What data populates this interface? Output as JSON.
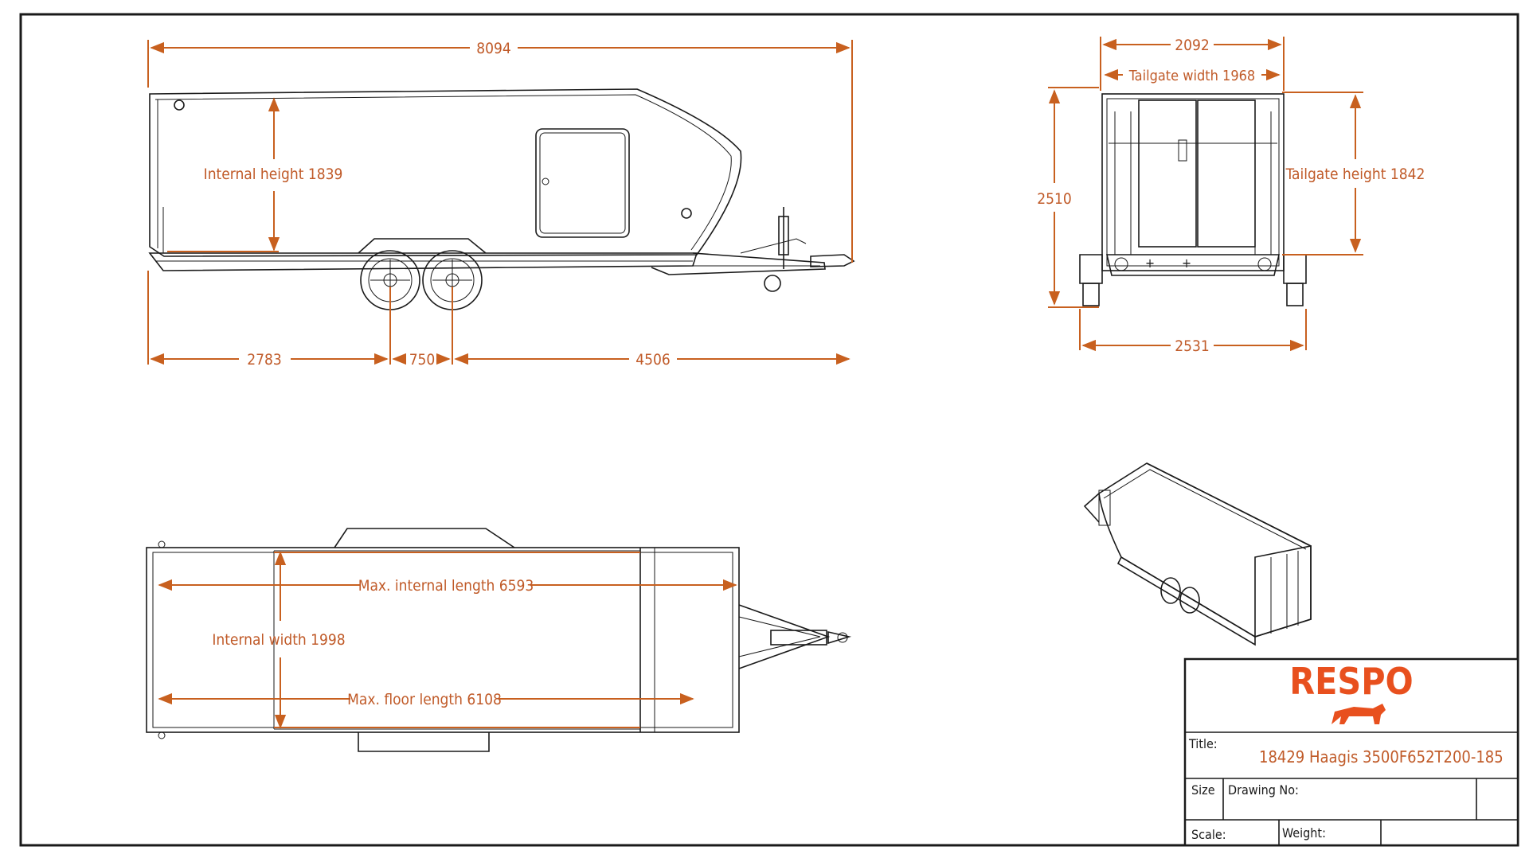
{
  "dimensions": {
    "overall_length": "8094",
    "internal_height": "Internal height  1839",
    "rear_overhang": "2783",
    "axle_spacing": "750",
    "front_to_axle": "4506",
    "front_width": "2092",
    "tailgate_width": "Tailgate width  1968",
    "overall_height": "2510",
    "tailgate_height": "Tailgate height  1842",
    "overall_width": "2531",
    "max_internal_length": "Max. internal length  6593",
    "internal_width": "Internal width  1998",
    "max_floor_length": "Max. floor length  6108"
  },
  "title_block": {
    "brand": "RESPO",
    "title_label": "Title:",
    "title_value": "18429  Haagis 3500F652T200-185",
    "size_label": "Size",
    "drawing_no_label": "Drawing No:",
    "scale_label": "Scale:",
    "weight_label": "Weight:"
  },
  "colors": {
    "dimension": "#c8601f",
    "brand": "#e8501e",
    "lines": "#1a1a1a"
  }
}
